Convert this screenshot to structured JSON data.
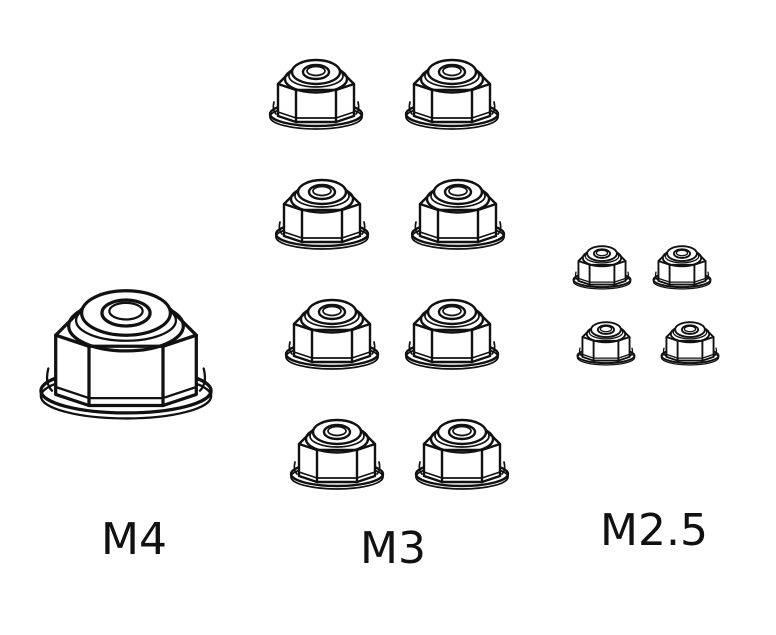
{
  "groups": [
    {
      "id": "m4",
      "label": "M4",
      "count": 1
    },
    {
      "id": "m3",
      "label": "M3",
      "count": 8
    },
    {
      "id": "m25",
      "label": "M2.5",
      "count": 4
    }
  ],
  "colors": {
    "line": "#111111",
    "background": "#ffffff"
  }
}
